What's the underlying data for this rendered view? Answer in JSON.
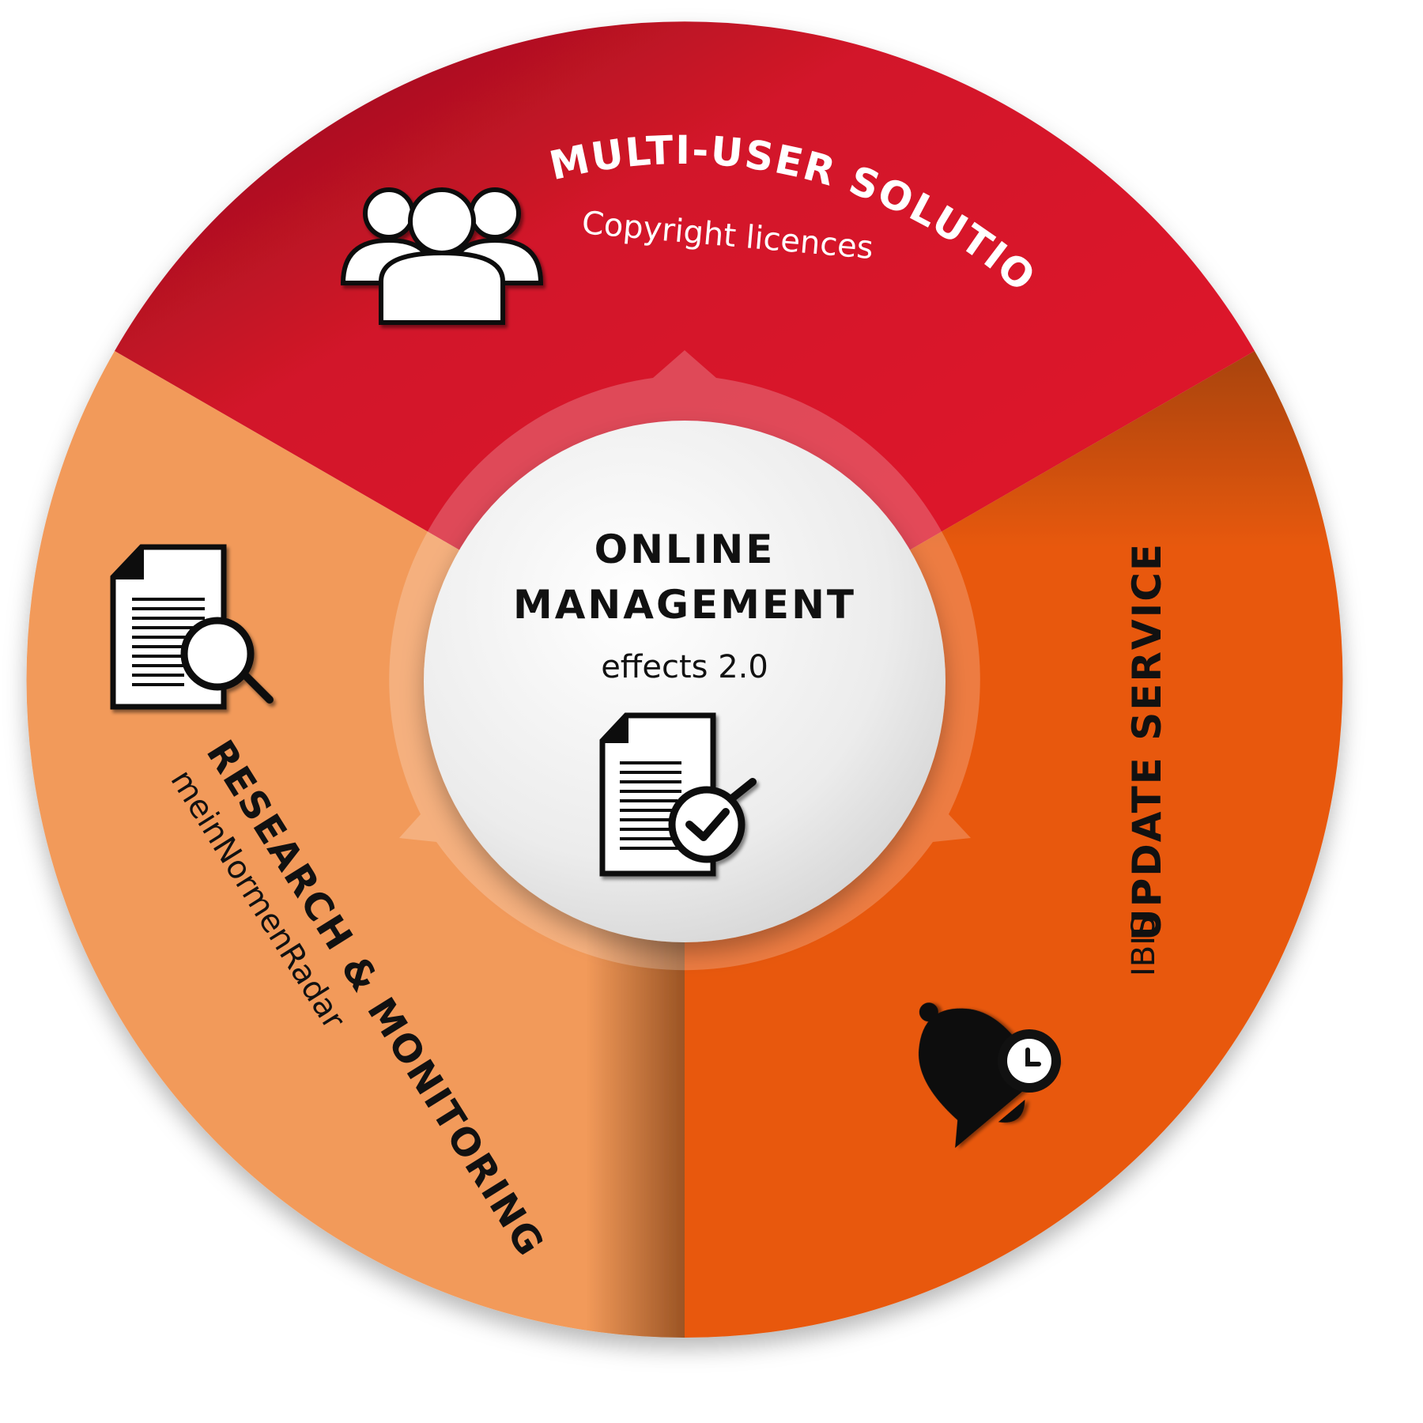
{
  "center": {
    "line1": "ONLINE",
    "line2": "MANAGEMENT",
    "subtitle": "effects 2.0",
    "icon": "document-check-icon"
  },
  "segments": [
    {
      "title": "MULTI-USER SOLUTION",
      "subtitle": "Copyright licences",
      "icon": "users-group-icon",
      "color": "#E3132B"
    },
    {
      "title": "UPDATE SERVICE",
      "subtitle": "IBIS",
      "icon": "bell-clock-icon",
      "color": "#E8590C"
    },
    {
      "title": "RESEARCH & MONITORING",
      "subtitle": "meinNormenRadar",
      "icon": "document-search-icon",
      "color": "#F29A5A"
    }
  ]
}
